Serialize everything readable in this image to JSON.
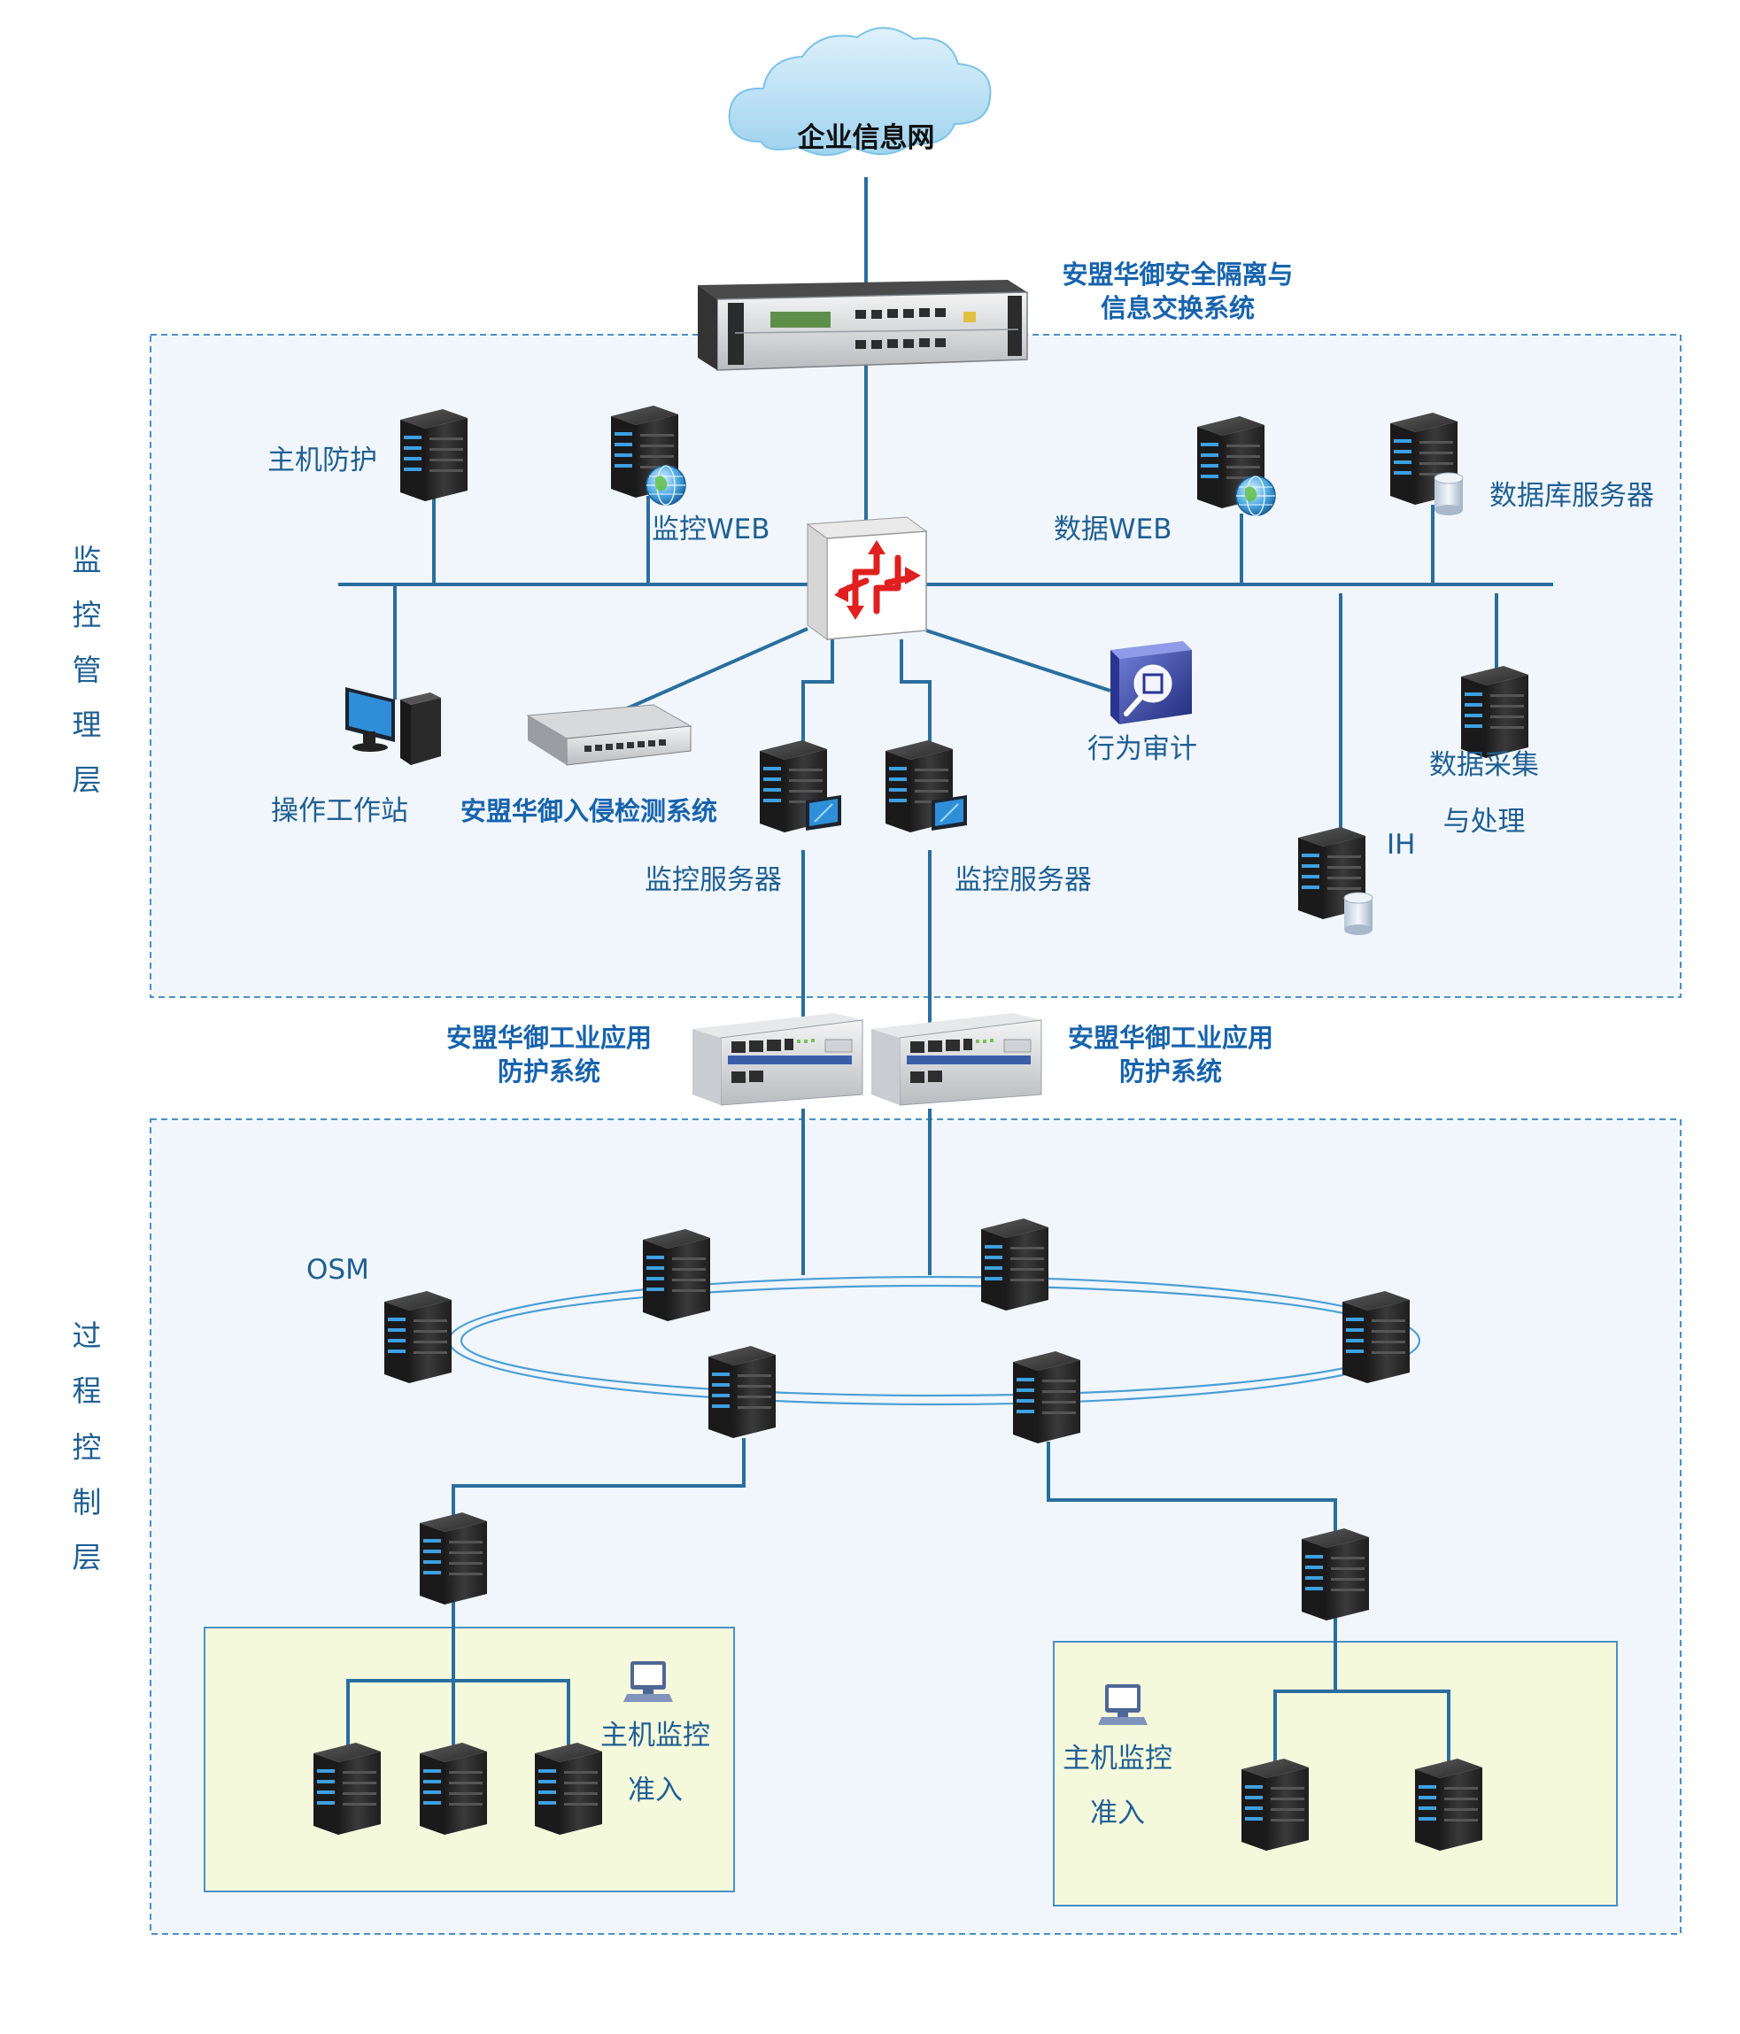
{
  "cloud": {
    "label": "企业信息网"
  },
  "isolation": {
    "line1": "安盟华御安全隔离与",
    "line2": "信息交换系统"
  },
  "layers": {
    "upper": {
      "chars": [
        "监",
        "控",
        "管",
        "理",
        "层"
      ]
    },
    "lower": {
      "chars": [
        "过",
        "程",
        "控",
        "制",
        "层"
      ]
    }
  },
  "upper_nodes": {
    "host_protect": "主机防护",
    "monitor_web": "监控WEB",
    "data_web": "数据WEB",
    "db_server": "数据库服务器",
    "workstation": "操作工作站",
    "ids": "安盟华御入侵检测系统",
    "monitor_server_1": "监控服务器",
    "monitor_server_2": "监控服务器",
    "audit": "行为审计",
    "collect_line1": "数据采集",
    "collect_line2": "与处理",
    "ih": "IH"
  },
  "firewalls": {
    "left": {
      "line1": "安盟华御工业应用",
      "line2": "防护系统"
    },
    "right": {
      "line1": "安盟华御工业应用",
      "line2": "防护系统"
    }
  },
  "lower_nodes": {
    "osm": "OSM",
    "host_left_line1": "主机监控",
    "host_left_line2": "准入",
    "host_right_line1": "主机监控",
    "host_right_line2": "准入"
  },
  "colors": {
    "link": "#2a6e9e",
    "zone_border": "#4a90c8",
    "zone_fill": "#f0f6fc",
    "subzone_fill": "#f5f9dc",
    "label": "#1f5f93",
    "label_bold": "#1763ad",
    "server_body": "#2e2e2e",
    "server_led": "#3ea0e0"
  },
  "icons": [
    "cloud-icon",
    "rack-appliance-icon",
    "server-icon",
    "globe-icon",
    "database-icon",
    "desktop-pc-icon",
    "switch-icon",
    "router-icon",
    "audit-magnifier-icon",
    "industrial-firewall-icon",
    "monitor-icon"
  ]
}
